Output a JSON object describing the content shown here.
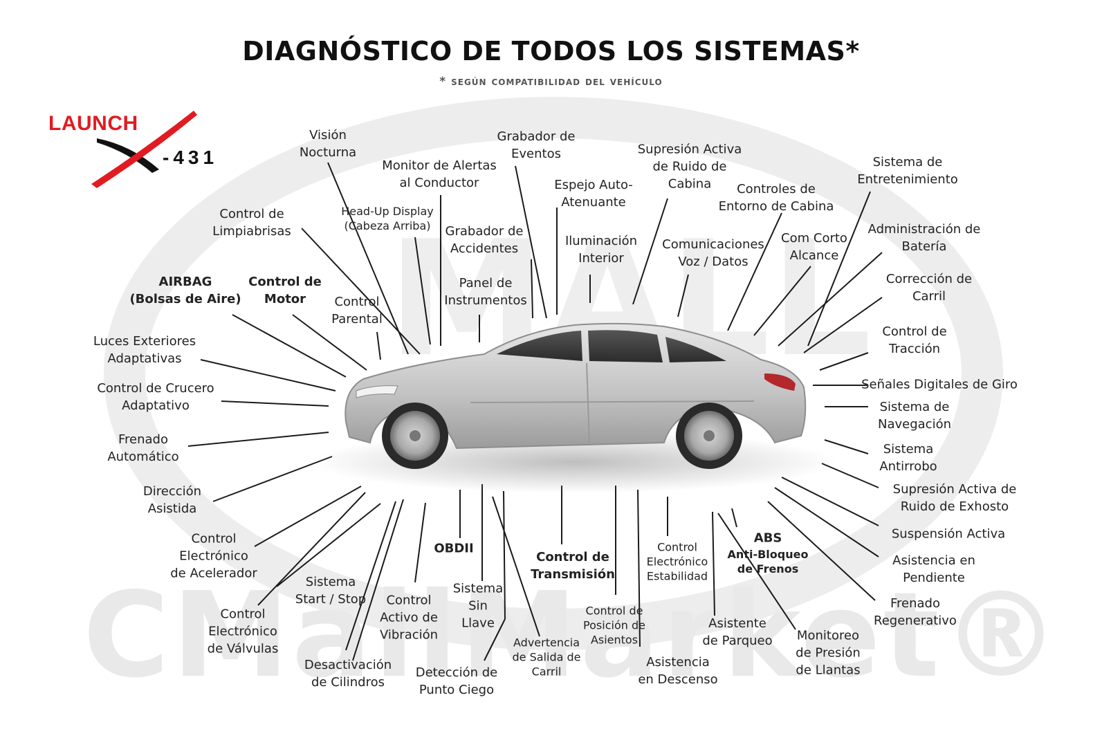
{
  "title": "DIAGNÓSTICO DE TODOS LOS SISTEMAS*",
  "subtitle": "* según compatibilidad del vehículo",
  "logo": {
    "brand": "LAUNCH",
    "mark": "X",
    "model": "-431"
  },
  "watermark": {
    "main": "CMallMarket®",
    "inner": "MALL"
  },
  "colors": {
    "accent": "#e11b22",
    "text": "#1a1a1a",
    "car": "#c8c8c8",
    "leader": "#1a1a1a"
  },
  "labels": {
    "vision": [
      "Visión",
      "Nocturna"
    ],
    "grabador_eventos": [
      "Grabador de",
      "Eventos"
    ],
    "supresion_cabina": [
      "Supresión Activa",
      "de Ruido de",
      "Cabina"
    ],
    "entretenimiento": [
      "Sistema de",
      "Entretenimiento"
    ],
    "monitor_alertas": [
      "Monitor de Alertas",
      "al Conductor"
    ],
    "espejo": [
      "Espejo Auto-",
      "Atenuante"
    ],
    "entorno_cabina": [
      "Controles de",
      "Entorno de Cabina"
    ],
    "limpiabrisas": [
      "Control de",
      "Limpiabrisas"
    ],
    "hud": [
      "Head-Up Display",
      "(Cabeza Arriba)"
    ],
    "grabador_accidentes": [
      "Grabador de",
      "Accidentes"
    ],
    "iluminacion": [
      "Iluminación",
      "Interior"
    ],
    "comunicaciones": [
      "Comunicaciones",
      "Voz / Datos"
    ],
    "com_corto": [
      "Com Corto",
      "Alcance"
    ],
    "bateria": [
      "Administración de",
      "Batería"
    ],
    "airbag": [
      "AIRBAG",
      "(Bolsas de Aire)"
    ],
    "motor": [
      "Control de",
      "Motor"
    ],
    "parental": [
      "Control",
      "Parental"
    ],
    "panel": [
      "Panel de",
      "Instrumentos"
    ],
    "carril": [
      "Corrección de",
      "Carril"
    ],
    "luces": [
      "Luces Exteriores",
      "Adaptativas"
    ],
    "traccion": [
      "Control de",
      "Tracción"
    ],
    "crucero": [
      "Control de Crucero",
      "Adaptativo"
    ],
    "senales": [
      "Señales Digitales de Giro"
    ],
    "navegacion": [
      "Sistema de",
      "Navegación"
    ],
    "frenado_auto": [
      "Frenado",
      "Automático"
    ],
    "antirrobo": [
      "Sistema",
      "Antirrobo"
    ],
    "direccion": [
      "Dirección",
      "Asistida"
    ],
    "supresion_exhosto": [
      "Supresión Activa de",
      "Ruido de Exhosto"
    ],
    "acelerador": [
      "Control",
      "Electrónico",
      "de Acelerador"
    ],
    "suspension": [
      "Suspensión Activa"
    ],
    "obdii": [
      "OBDII"
    ],
    "transmision": [
      "Control de",
      "Transmisión"
    ],
    "estabilidad": [
      "Control",
      "Electrónico",
      "Estabilidad"
    ],
    "abs": [
      "ABS"
    ],
    "abs_sub": [
      "Anti-Bloqueo",
      "de Frenos"
    ],
    "pendiente": [
      "Asistencia en",
      "Pendiente"
    ],
    "start_stop": [
      "Sistema",
      "Start / Stop"
    ],
    "sin_llave": [
      "Sistema",
      "Sin",
      "Llave"
    ],
    "regenerativo": [
      "Frenado",
      "Regenerativo"
    ],
    "vibracion": [
      "Control",
      "Activo de",
      "Vibración"
    ],
    "asientos": [
      "Control de",
      "Posición de",
      "Asientos"
    ],
    "valvulas": [
      "Control",
      "Electrónico",
      "de Válvulas"
    ],
    "parqueo": [
      "Asistente",
      "de Parqueo"
    ],
    "llantas": [
      "Monitoreo",
      "de Presión",
      "de Llantas"
    ],
    "salida_carril": [
      "Advertencia",
      "de Salida de",
      "Carril"
    ],
    "descenso": [
      "Asistencia",
      "en Descenso"
    ],
    "cilindros": [
      "Desactivación",
      "de Cilindros"
    ],
    "punto_ciego": [
      "Detección de",
      "Punto Ciego"
    ]
  }
}
